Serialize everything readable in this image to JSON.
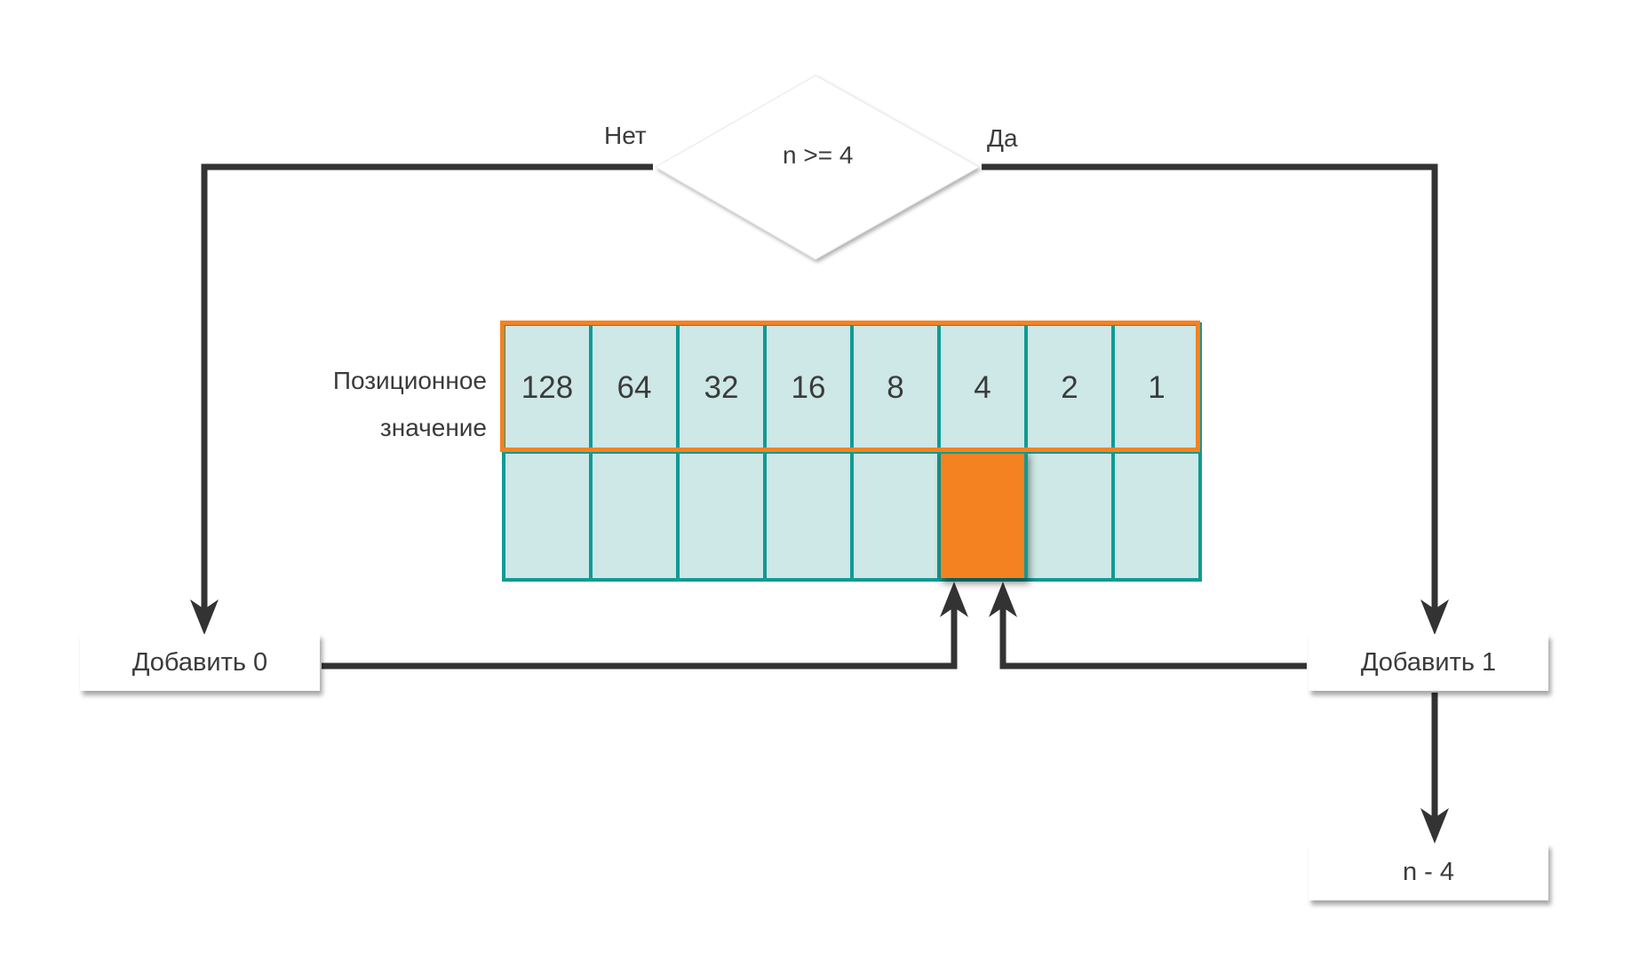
{
  "decision": {
    "condition": "n >= 4",
    "no_label": "Нет",
    "yes_label": "Да"
  },
  "position_label": {
    "line1": "Позиционное",
    "line2": "значение"
  },
  "place_values": [
    "128",
    "64",
    "32",
    "16",
    "8",
    "4",
    "2",
    "1"
  ],
  "highlighted_index": 5,
  "boxes": {
    "add_zero": "Добавить 0",
    "add_one": "Добавить 1",
    "subtract": "n - 4"
  },
  "colors": {
    "teal": "#109a94",
    "teal_fill": "#cde8e6",
    "orange": "#f58220",
    "wire": "#333333"
  }
}
